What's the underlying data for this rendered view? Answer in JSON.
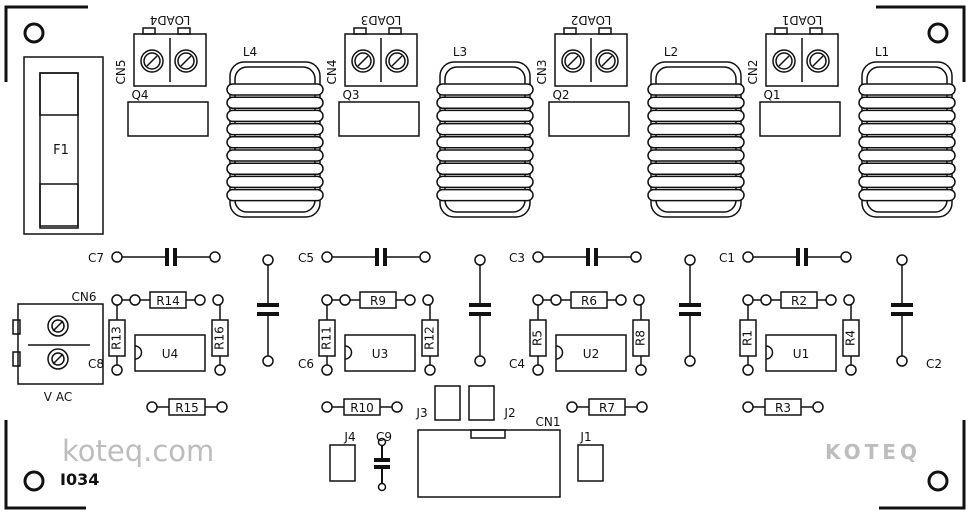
{
  "colors": {
    "ink": "#111111",
    "watermark": "#b9b9b9",
    "background": "#ffffff"
  },
  "labels": {
    "fuse": "F1",
    "vac": "V AC",
    "board_id": "I034",
    "watermark_text": "koteq.com",
    "logo_text": "KOTEQ"
  },
  "channels": [
    {
      "load": "LOAD4",
      "cn": "CN5",
      "q": "Q4",
      "l": "L4"
    },
    {
      "load": "LOAD3",
      "cn": "CN4",
      "q": "Q3",
      "l": "L3"
    },
    {
      "load": "LOAD2",
      "cn": "CN3",
      "q": "Q2",
      "l": "L2"
    },
    {
      "load": "LOAD1",
      "cn": "CN2",
      "q": "Q1",
      "l": "L1"
    }
  ],
  "dimmers": [
    {
      "c_top": "C7",
      "c_side": "C8",
      "r_top": "R14",
      "r_left": "R13",
      "r_right": "R16",
      "r_bottom": "R15",
      "u": "U4"
    },
    {
      "c_top": "C5",
      "c_side": "C6",
      "r_top": "R9",
      "r_left": "R11",
      "r_right": "R12",
      "r_bottom": "R10",
      "u": "U3"
    },
    {
      "c_top": "C3",
      "c_side": "C4",
      "r_top": "R6",
      "r_left": "R5",
      "r_right": "R8",
      "r_bottom": "R7",
      "u": "U2"
    },
    {
      "c_top": "C1",
      "c_side": "C2",
      "r_top": "R2",
      "r_left": "R1",
      "r_right": "R4",
      "r_bottom": "R3",
      "u": "U1"
    }
  ],
  "connectors": {
    "cn6": "CN6",
    "cn1": "CN1",
    "j1": "J1",
    "j2": "J2",
    "j3": "J3",
    "j4": "J4",
    "c9": "C9"
  }
}
